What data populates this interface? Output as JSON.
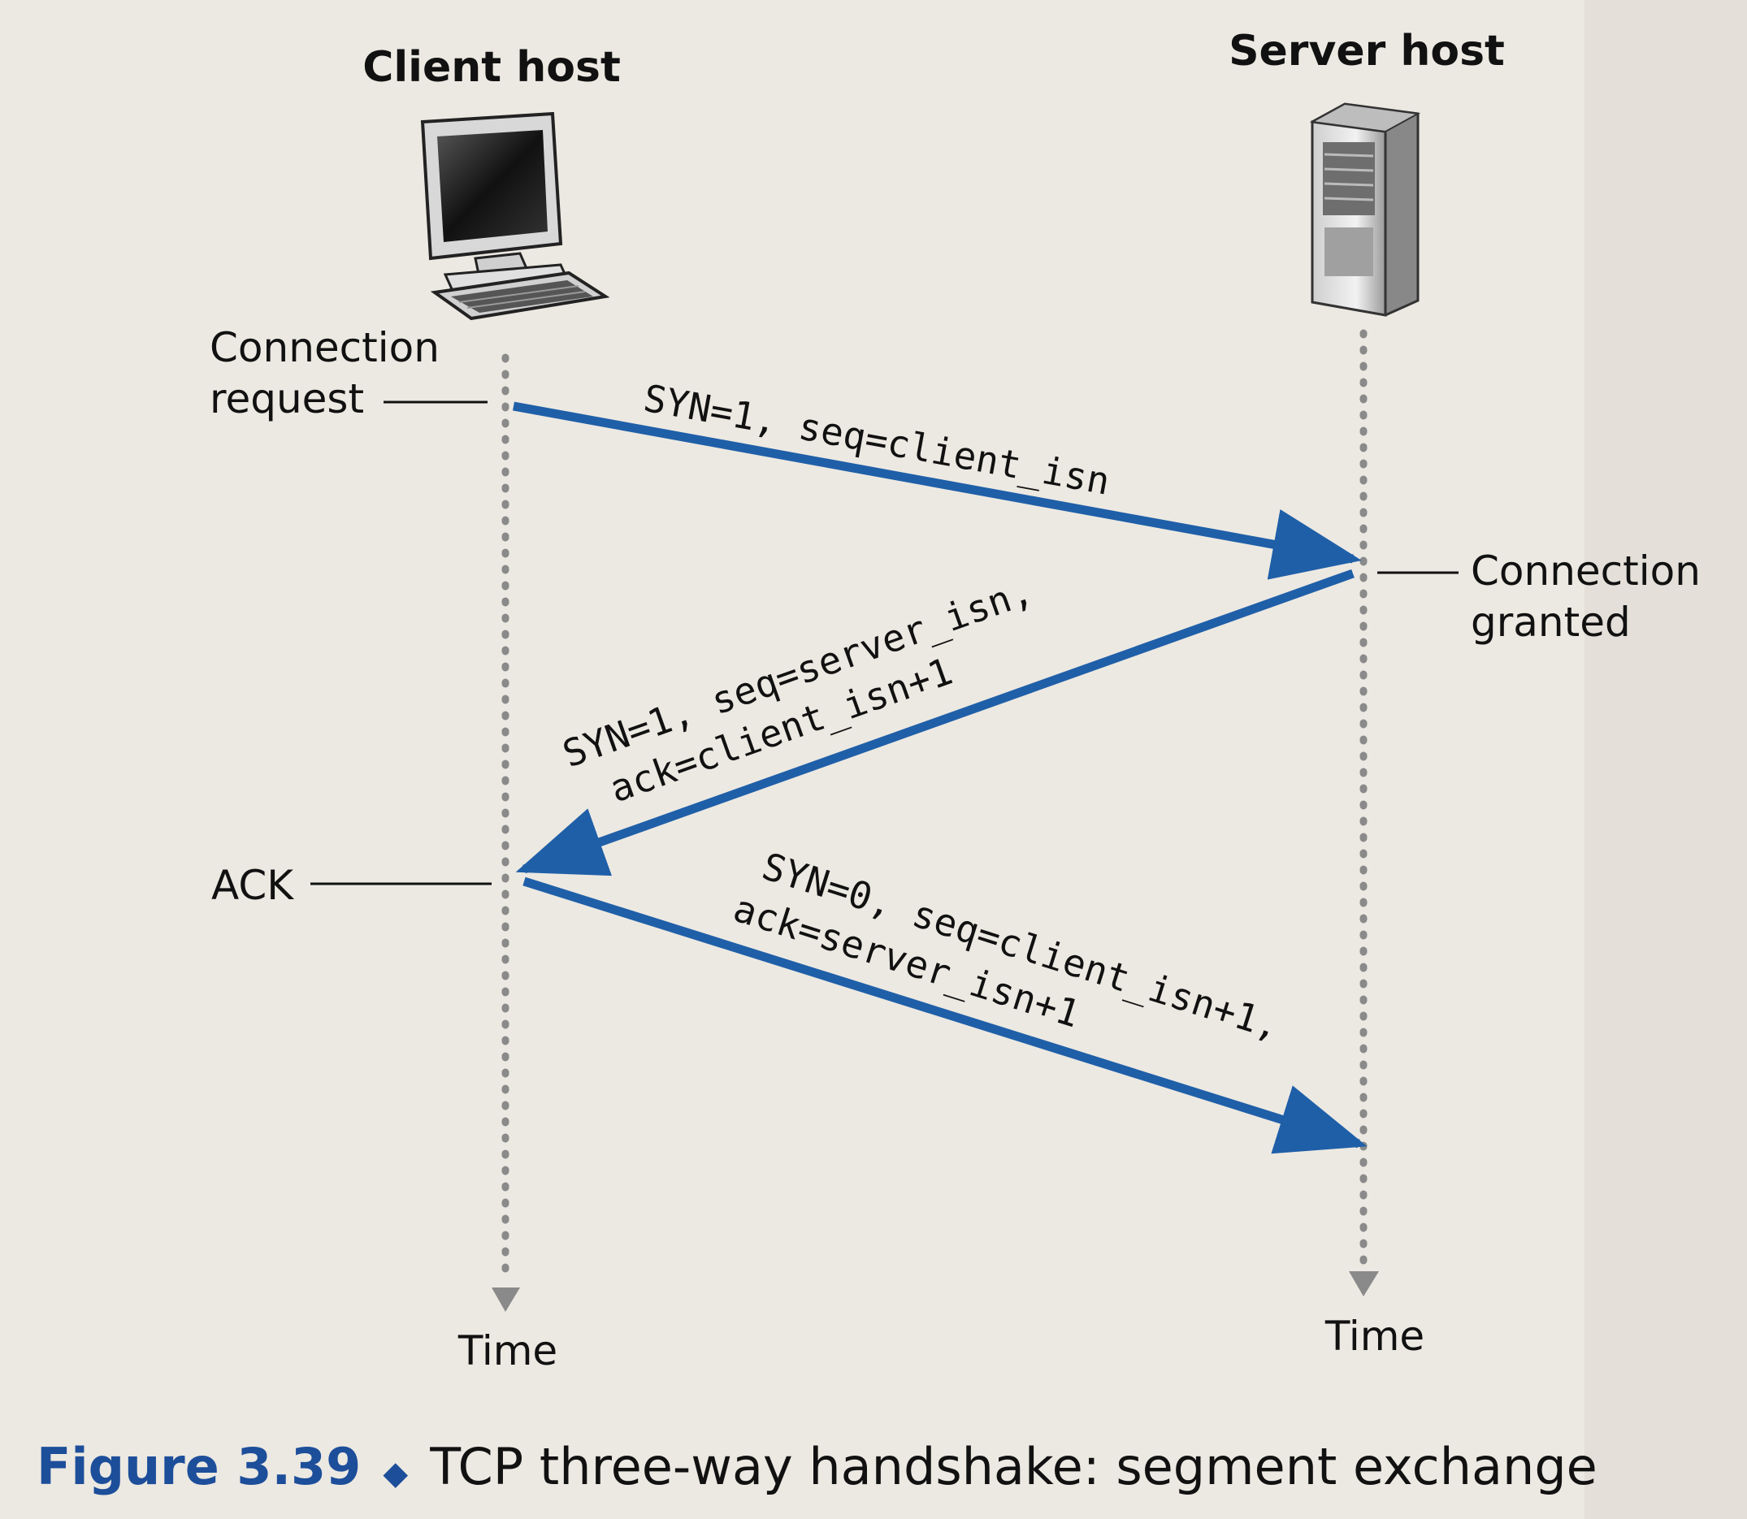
{
  "hosts": {
    "client": "Client host",
    "server": "Server host"
  },
  "labels": {
    "connection_request_line1": "Connection",
    "connection_request_line2": "request",
    "connection_granted_line1": "Connection",
    "connection_granted_line2": "granted",
    "ack": "ACK",
    "time_client": "Time",
    "time_server": "Time"
  },
  "messages": {
    "syn": "SYN=1, seq=client_isn",
    "synack_line1": "SYN=1, seq=server_isn,",
    "synack_line2": "ack=client_isn+1",
    "ack_line1": "SYN=0, seq=client_isn+1,",
    "ack_line2": "ack=server_isn+1"
  },
  "caption": {
    "figure": "Figure 3.39",
    "bullet": "◆",
    "text": "TCP three-way handshake: segment exchange"
  },
  "colors": {
    "arrow": "#1f5fa8",
    "figure_label": "#1d4e9a",
    "timeline": "#8a8a8a"
  },
  "icons": [
    "desktop-computer-icon",
    "server-tower-icon"
  ]
}
